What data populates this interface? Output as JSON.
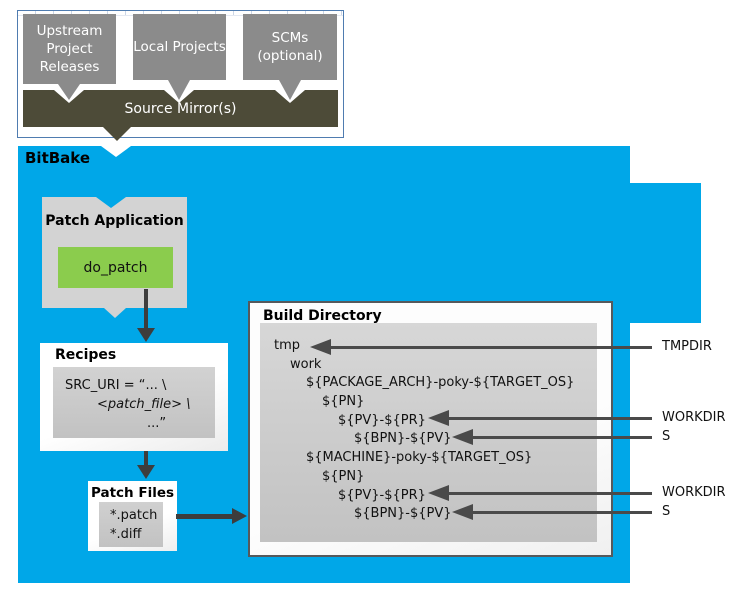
{
  "top_flow": {
    "sources": [
      {
        "label": "Upstream Project Releases"
      },
      {
        "label": "Local Projects"
      },
      {
        "label": "SCMs (optional)"
      }
    ],
    "mirror_label": "Source Mirror(s)"
  },
  "bitbake": {
    "label": "BitBake"
  },
  "patch_application": {
    "title": "Patch Application",
    "task_label": "do_patch"
  },
  "recipes": {
    "title": "Recipes",
    "code_lines": [
      "SRC_URI = “... \\",
      "<patch_file> \\",
      "...”"
    ]
  },
  "patch_files": {
    "title": "Patch Files",
    "file_patterns": [
      "*.patch",
      "*.diff"
    ]
  },
  "build_directory": {
    "title": "Build Directory",
    "tree": [
      {
        "text": "tmp",
        "indent": 1
      },
      {
        "text": "work",
        "indent": 2
      },
      {
        "text": "${PACKAGE_ARCH}-poky-${TARGET_OS}",
        "indent": 3
      },
      {
        "text": "${PN}",
        "indent": 4
      },
      {
        "text": "${PV}-${PR}",
        "indent": 5
      },
      {
        "text": "${BPN}-${PV}",
        "indent": 6
      },
      {
        "text": "${MACHINE}-poky-${TARGET_OS}",
        "indent": 3
      },
      {
        "text": "${PN}",
        "indent": 4
      },
      {
        "text": "${PV}-${PR}",
        "indent": 5
      },
      {
        "text": "${BPN}-${PV}",
        "indent": 6
      }
    ]
  },
  "variable_pointers": [
    {
      "label": "TMPDIR"
    },
    {
      "label": "WORKDIR"
    },
    {
      "label": "S"
    },
    {
      "label": "WORKDIR"
    },
    {
      "label": "S"
    }
  ],
  "colors": {
    "bitbake_cyan": "#00a7e8",
    "mirror_olive": "#4d4b38",
    "source_gray": "#8b8b8b",
    "task_green": "#8bcc4d",
    "panel_gray": "#d3d3d3",
    "code_box_gray": "#c6c6c6",
    "arrow_dark": "#3d3d3d"
  }
}
